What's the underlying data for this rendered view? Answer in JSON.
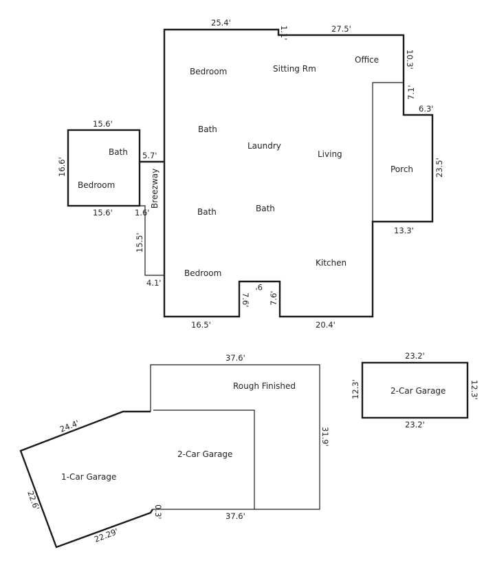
{
  "colors": {
    "wall": "#1a1a1a",
    "text": "#222222",
    "background": "#ffffff"
  },
  "main_house": {
    "rooms": {
      "bedroom_north": "Bedroom",
      "sitting_room": "Sitting Rm",
      "office": "Office",
      "bath_1": "Bath",
      "laundry": "Laundry",
      "living": "Living",
      "porch": "Porch",
      "bath_2": "Bath",
      "bath_3": "Bath",
      "kitchen": "Kitchen",
      "bedroom_south": "Bedroom"
    },
    "dimensions": {
      "top_left": "25.4'",
      "top_step": "1.1'",
      "top_right": "27.5'",
      "right_upper": "10.3'",
      "right_mid": "7.1'",
      "porch_top": "6.3'",
      "porch_right": "23.5'",
      "porch_bottom": "13.3'",
      "bottom_left": "16.5'",
      "notch_left": "7.6'",
      "notch_top": "9'",
      "notch_right": "7.6'",
      "bottom_right": "20.4'"
    }
  },
  "annex": {
    "rooms": {
      "bath": "Bath",
      "bedroom": "Bedroom",
      "breezeway": "Breezway"
    },
    "dimensions": {
      "top": "15.6'",
      "left": "16.6'",
      "bottom": "15.6'",
      "breezeway_top": "5.7'",
      "breezeway_step": "1.6'",
      "breezeway_side": "15.5'",
      "breezeway_bottom": "4.1'"
    }
  },
  "garage_complex": {
    "rooms": {
      "rough_finished": "Rough Finished",
      "two_car_garage": "2-Car Garage",
      "one_car_garage": "1-Car Garage"
    },
    "dimensions": {
      "top": "37.6'",
      "right": "31.9'",
      "bottom": "37.6'",
      "angled_top": "24.4'",
      "left": "22.6'",
      "angled_bottom": "22.29'",
      "small_step": "0.3'"
    }
  },
  "detached_garage": {
    "rooms": {
      "label": "2-Car Garage"
    },
    "dimensions": {
      "top": "23.2'",
      "bottom": "23.2'",
      "left": "12.3'",
      "right": "12.3'"
    }
  }
}
